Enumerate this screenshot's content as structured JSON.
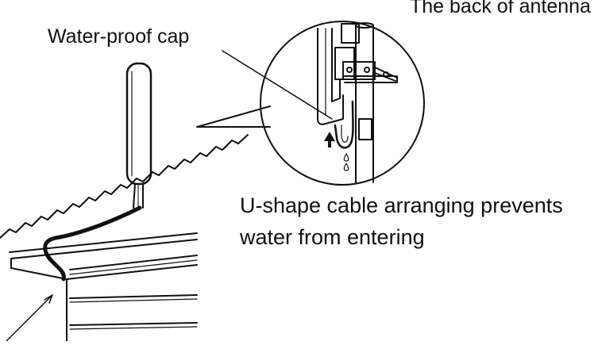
{
  "labels": {
    "back_of_antenna": "The back of antenna",
    "water_proof_cap": "Water-proof cap",
    "u_shape_line1": "U-shape cable arranging prevents",
    "u_shape_line2": "water from entering"
  },
  "colors": {
    "ink": "#111111",
    "background": "#ffffff"
  }
}
